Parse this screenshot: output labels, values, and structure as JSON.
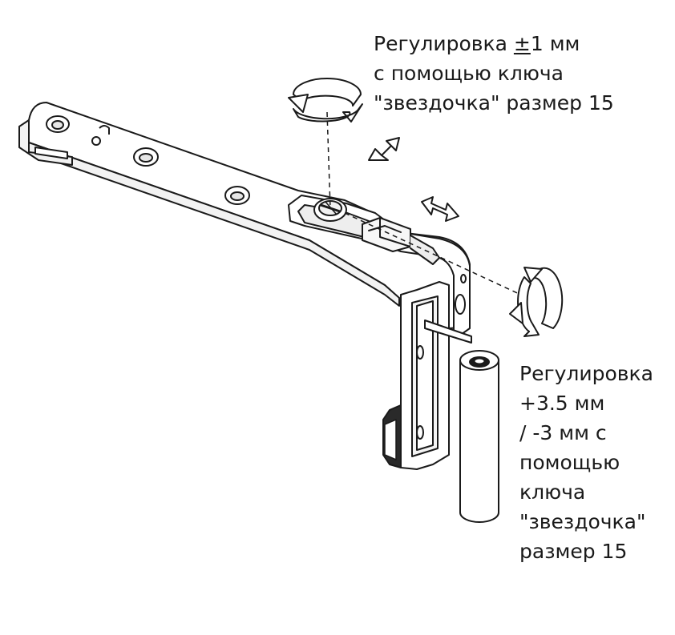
{
  "annotations": {
    "top": {
      "line1": "Регулировка ",
      "line1_pm": "±",
      "line1_rest": "1 мм",
      "line2": "с помощью ключа",
      "line3": "\"звездочка\" размер 15"
    },
    "right": {
      "lines": [
        "Регулировка",
        "+3.5 мм",
        "/ -3 мм с",
        "помощью",
        "ключа",
        "\"звездочка\"",
        "размер 15"
      ]
    }
  },
  "colors": {
    "line": "#1a1a1a",
    "part_fill": "#ffffff",
    "shade": "#e6e6e6",
    "dark": "#2a2a2a"
  },
  "icons": [
    "rotation-arrow-icon",
    "double-arrow-icon",
    "screw-icon",
    "mount-hole-icon"
  ]
}
